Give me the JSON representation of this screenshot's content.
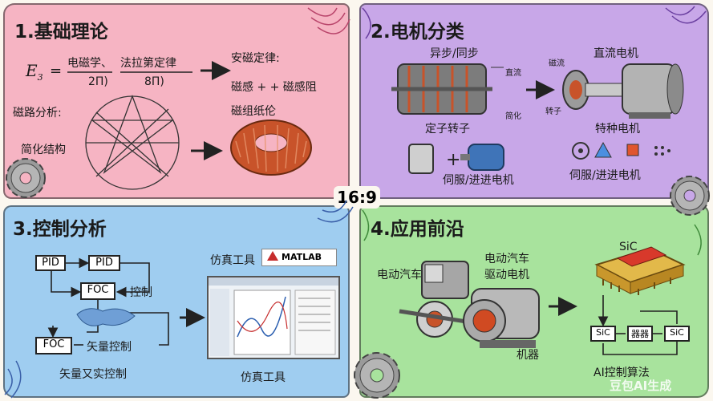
{
  "ratio": "16:9",
  "panel1": {
    "title": "1.基础理论",
    "formula_lhs": "E",
    "formula_sub": "3",
    "formula_eq": "=",
    "formula_top1": "电磁学、",
    "formula_top2": "法拉第定律",
    "formula_bot1": "2Π)",
    "formula_bot2": "8Π)",
    "ampere_label": "安磁定律:",
    "reluct_label": "磁感 + + 磁感阻",
    "circuit_label": "磁路分析:",
    "simplify_label": "简化结构",
    "winding_label": "磁组纸伦"
  },
  "panel2": {
    "title": "2.电机分类",
    "async_label": "异步/同步",
    "ac_label": "直流",
    "magnet_label": "磁流",
    "dc_label": "直流电机",
    "small_label": "简化",
    "rotor_label": "转子",
    "stator_rotor_label": "定子转子",
    "special_label": "特种电机",
    "servo_label1": "伺服/进进电机",
    "servo_label2": "伺服/进进电机"
  },
  "panel3": {
    "title": "3.控制分析",
    "pid1": "PID",
    "pid2": "PID",
    "foc1": "FOC",
    "foc2": "FOC",
    "ctrl1": "控制",
    "ctrl2": "矢量控制",
    "vector_label": "矢量又实控制",
    "sim_label": "仿真工具",
    "matlab_label": "MATLAB",
    "sim_caption": "仿真工具"
  },
  "panel4": {
    "title": "4.应用前沿",
    "ev_label": "电动汽车",
    "drive_label1": "电动汽车",
    "drive_label2": "驱动电机",
    "machine_label": "机器",
    "sic_top": "SiC",
    "sic_left": "SiC",
    "chip_mid": "器器",
    "sic_right": "SiC",
    "ai_label": "AI控制算法",
    "watermark": "豆包AI生成"
  },
  "colors": {
    "panel1": "#f6b4c3",
    "panel2": "#c8a7e8",
    "panel3": "#9fcdf0",
    "panel4": "#a8e39d",
    "copper": "#c8532a",
    "matlab_red": "#c62d2d"
  }
}
